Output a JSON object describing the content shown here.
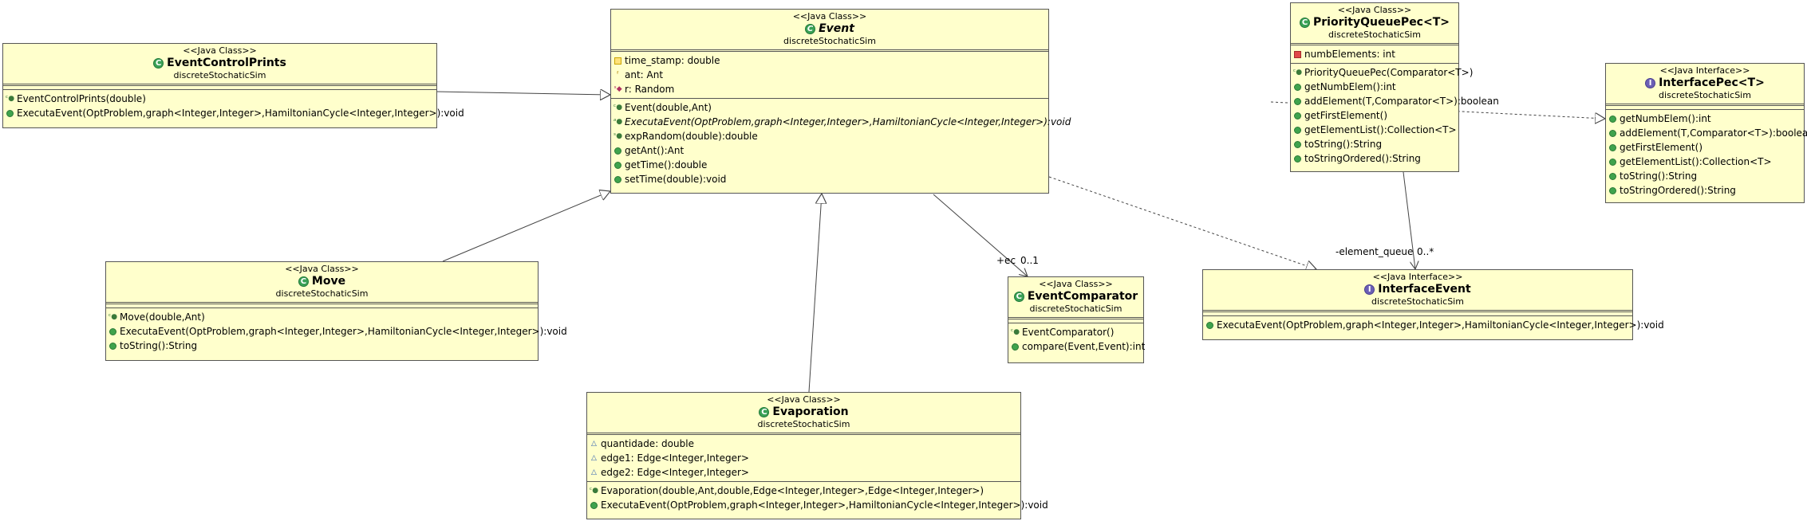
{
  "classes": {
    "event_control_prints": {
      "stereotype": "<<Java Class>>",
      "name": "EventControlPrints",
      "package": "discreteStochaticSim",
      "methods": [
        "EventControlPrints(double)",
        "ExecutaEvent(OptProblem,graph<Integer,Integer>,HamiltonianCycle<Integer,Integer>):void"
      ]
    },
    "event": {
      "stereotype": "<<Java Class>>",
      "name": "Event",
      "package": "discreteStochaticSim",
      "fields": [
        "time_stamp: double",
        "ant: Ant",
        "r: Random"
      ],
      "methods": [
        "Event(double,Ant)",
        "ExecutaEvent(OptProblem,graph<Integer,Integer>,HamiltonianCycle<Integer,Integer>):void",
        "expRandom(double):double",
        "getAnt():Ant",
        "getTime():double",
        "setTime(double):void"
      ]
    },
    "priority_queue_pec": {
      "stereotype": "<<Java Class>>",
      "name": "PriorityQueuePec<T>",
      "package": "discreteStochaticSim",
      "fields": [
        "numbElements: int"
      ],
      "methods": [
        "PriorityQueuePec(Comparator<T>)",
        "getNumbElem():int",
        "addElement(T,Comparator<T>):boolean",
        "getFirstElement()",
        "getElementList():Collection<T>",
        "toString():String",
        "toStringOrdered():String"
      ]
    },
    "interface_pec": {
      "stereotype": "<<Java Interface>>",
      "name": "InterfacePec<T>",
      "package": "discreteStochaticSim",
      "methods": [
        "getNumbElem():int",
        "addElement(T,Comparator<T>):boolean",
        "getFirstElement()",
        "getElementList():Collection<T>",
        "toString():String",
        "toStringOrdered():String"
      ]
    },
    "move": {
      "stereotype": "<<Java Class>>",
      "name": "Move",
      "package": "discreteStochaticSim",
      "methods": [
        "Move(double,Ant)",
        "ExecutaEvent(OptProblem,graph<Integer,Integer>,HamiltonianCycle<Integer,Integer>):void",
        "toString():String"
      ]
    },
    "event_comparator": {
      "stereotype": "<<Java Class>>",
      "name": "EventComparator",
      "package": "discreteStochaticSim",
      "methods": [
        "EventComparator()",
        "compare(Event,Event):int"
      ]
    },
    "interface_event": {
      "stereotype": "<<Java Interface>>",
      "name": "InterfaceEvent",
      "package": "discreteStochaticSim",
      "methods": [
        "ExecutaEvent(OptProblem,graph<Integer,Integer>,HamiltonianCycle<Integer,Integer>):void"
      ]
    },
    "evaporation": {
      "stereotype": "<<Java Class>>",
      "name": "Evaporation",
      "package": "discreteStochaticSim",
      "fields": [
        "quantidade: double",
        "edge1: Edge<Integer,Integer>",
        "edge2: Edge<Integer,Integer>"
      ],
      "methods": [
        "Evaporation(double,Ant,double,Edge<Integer,Integer>,Edge<Integer,Integer>)",
        "ExecutaEvent(OptProblem,graph<Integer,Integer>,HamiltonianCycle<Integer,Integer>):void"
      ]
    }
  },
  "labels": {
    "ec_role": "+ec",
    "ec_mult": "0..1",
    "queue_role": "-element_queue",
    "queue_mult": "0..*"
  }
}
